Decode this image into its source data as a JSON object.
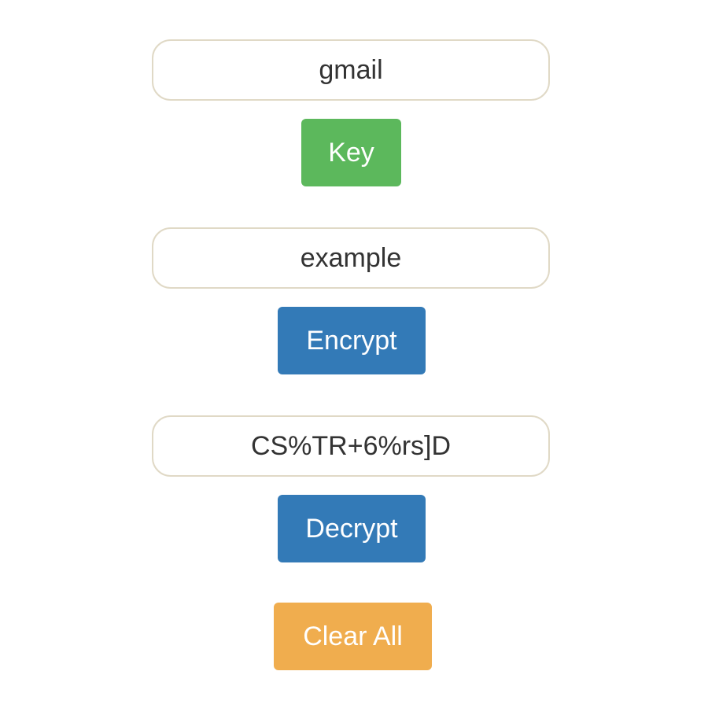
{
  "key_field": {
    "value": "gmail"
  },
  "key_button": {
    "label": "Key"
  },
  "plaintext_field": {
    "value": "example"
  },
  "encrypt_button": {
    "label": "Encrypt"
  },
  "ciphertext_field": {
    "value": "CS%TR+6%rs]D"
  },
  "decrypt_button": {
    "label": "Decrypt"
  },
  "clear_button": {
    "label": "Clear All"
  },
  "colors": {
    "key_button": "#5cb85c",
    "encrypt_button": "#337ab7",
    "decrypt_button": "#337ab7",
    "clear_button": "#f0ad4e",
    "field_border": "#e0d9c6"
  }
}
